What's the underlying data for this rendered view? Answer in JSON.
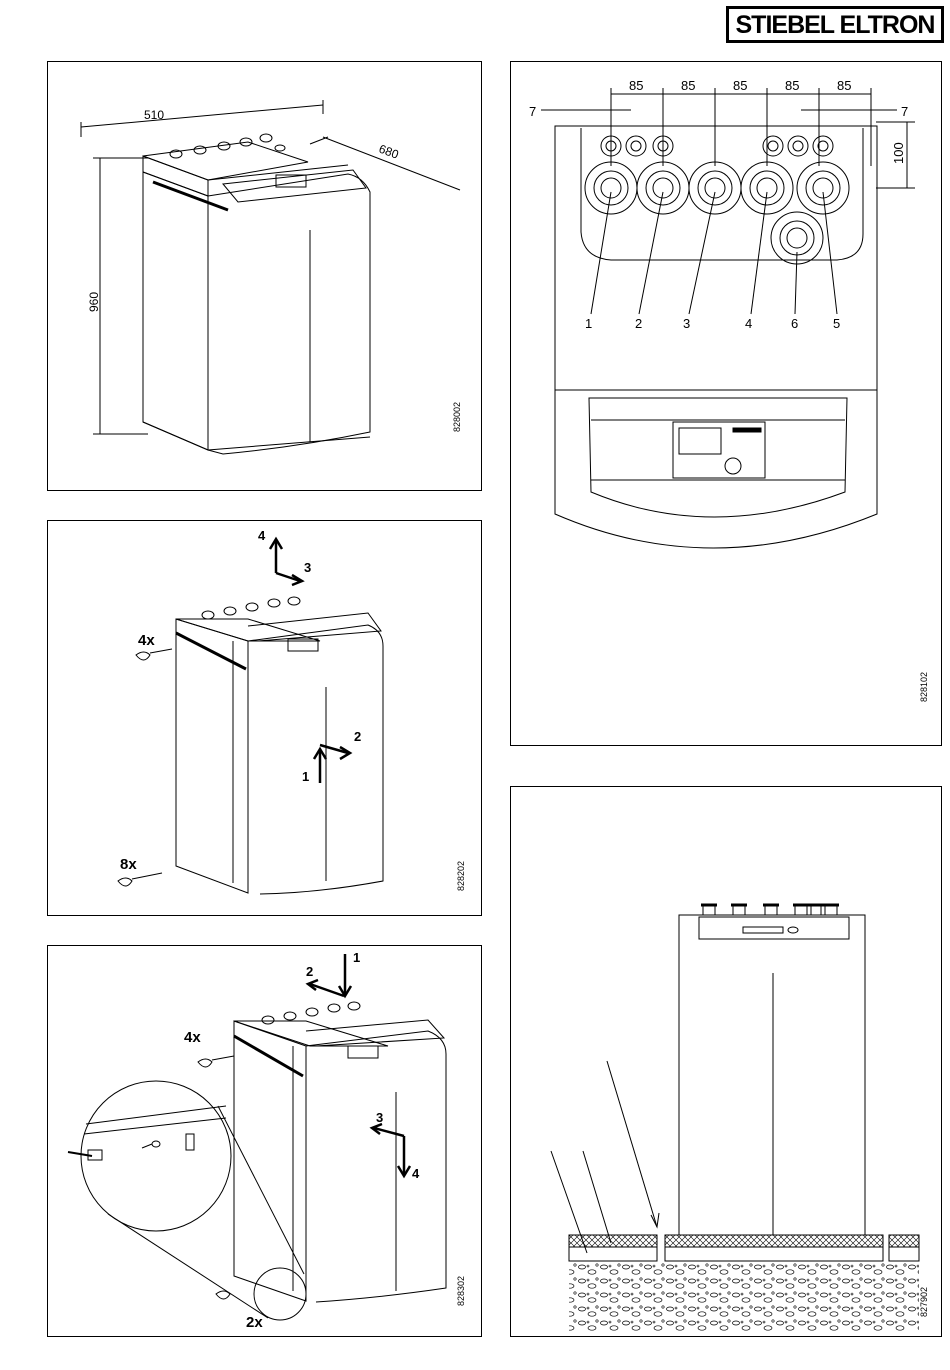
{
  "brand": {
    "logo_text": "STIEBEL ELTRON"
  },
  "figure1": {
    "dim_width": "510",
    "dim_depth": "680",
    "dim_height": "960",
    "code": "828002"
  },
  "figure2": {
    "labels": {
      "n1": "1",
      "n2": "2",
      "n3": "3",
      "n4": "4"
    },
    "qty_top": "4x",
    "qty_bottom": "8x",
    "code": "828202"
  },
  "figure3": {
    "labels": {
      "n1": "1",
      "n2": "2",
      "n3": "3",
      "n4": "4"
    },
    "qty_top": "4x",
    "qty_bottom": "2x",
    "code": "828302"
  },
  "figure4": {
    "spacings": [
      "85",
      "85",
      "85",
      "85",
      "85"
    ],
    "dim_vertical": "100",
    "label_left": "7",
    "label_right": "7",
    "connections": [
      "1",
      "2",
      "3",
      "4",
      "6",
      "5"
    ],
    "code": "828102"
  },
  "figure5": {
    "code": "827902"
  }
}
